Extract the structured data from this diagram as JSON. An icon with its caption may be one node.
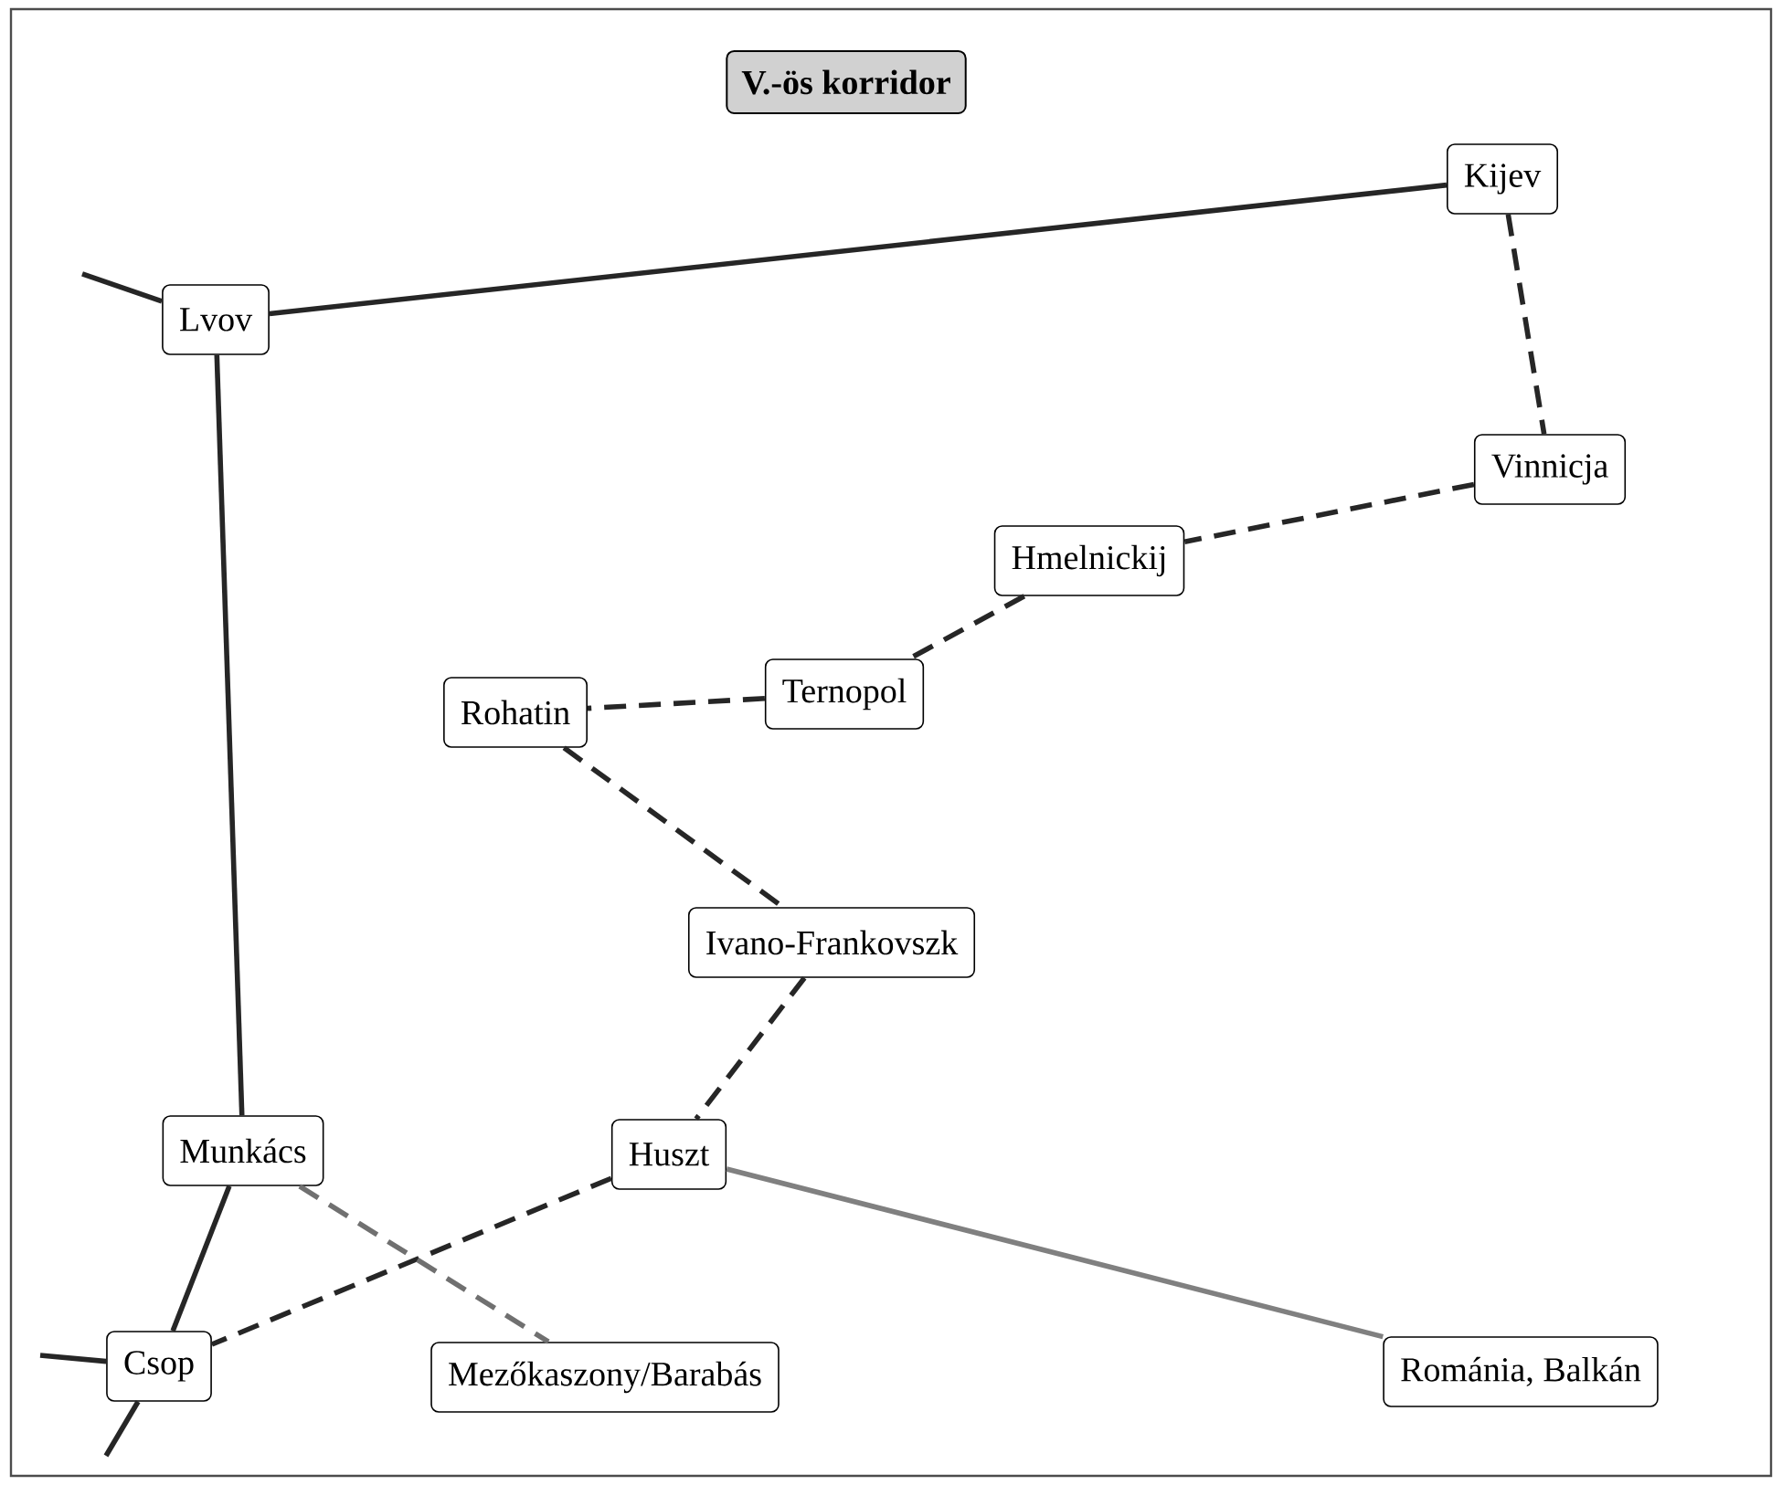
{
  "diagram": {
    "title": "V.-ös korridor",
    "nodes": [
      {
        "text": [
          "Kijev"
        ]
      },
      {
        "text": [
          "Lvov"
        ]
      },
      {
        "text": [
          "Vinnicja"
        ]
      },
      {
        "text": [
          "Hmelnickij"
        ]
      },
      {
        "text": [
          "Rohatin"
        ]
      },
      {
        "text": [
          "Ternopol"
        ]
      },
      {
        "text": [
          "Ivano-Frankovszk"
        ]
      },
      {
        "text": [
          "Munkács"
        ]
      },
      {
        "text": [
          "Huszt"
        ]
      },
      {
        "text": [
          "Csop"
        ]
      },
      {
        "text": [
          "Mezőkaszony/Barabás"
        ]
      },
      {
        "text": [
          "Románia, Balkán"
        ]
      }
    ],
    "edges": [
      {
        "from": 1,
        "to": 0,
        "arrow": "none"
      },
      {
        "from": 0,
        "to": 2,
        "arrow": "none",
        "style": "dashed"
      },
      {
        "from": 2,
        "to": 3,
        "arrow": "none",
        "style": "dashed"
      },
      {
        "from": 3,
        "to": 5,
        "arrow": "none",
        "style": "dashed"
      },
      {
        "from": 5,
        "to": 4,
        "arrow": "none",
        "style": "dashed"
      },
      {
        "from": 4,
        "to": 6,
        "arrow": "none",
        "style": "dashed"
      },
      {
        "from": 6,
        "to": 8,
        "arrow": "none",
        "style": "dashed"
      },
      {
        "from": 8,
        "to": 9,
        "arrow": "none",
        "style": "dashed"
      },
      {
        "from": 7,
        "to": 10,
        "arrow": "none",
        "style": "dashed",
        "color": "#707070"
      },
      {
        "from": 8,
        "to": 11,
        "arrow": "none",
        "color": "#808080"
      },
      {
        "from": 1,
        "to": 7,
        "arrow": "none"
      },
      {
        "from": 7,
        "to": 9,
        "arrow": "none"
      },
      {
        "from": null,
        "to": 1,
        "arrow": "none"
      },
      {
        "from": null,
        "to": 9,
        "arrow": "none"
      },
      {
        "from": 9,
        "to": null,
        "arrow": "none"
      }
    ]
  }
}
